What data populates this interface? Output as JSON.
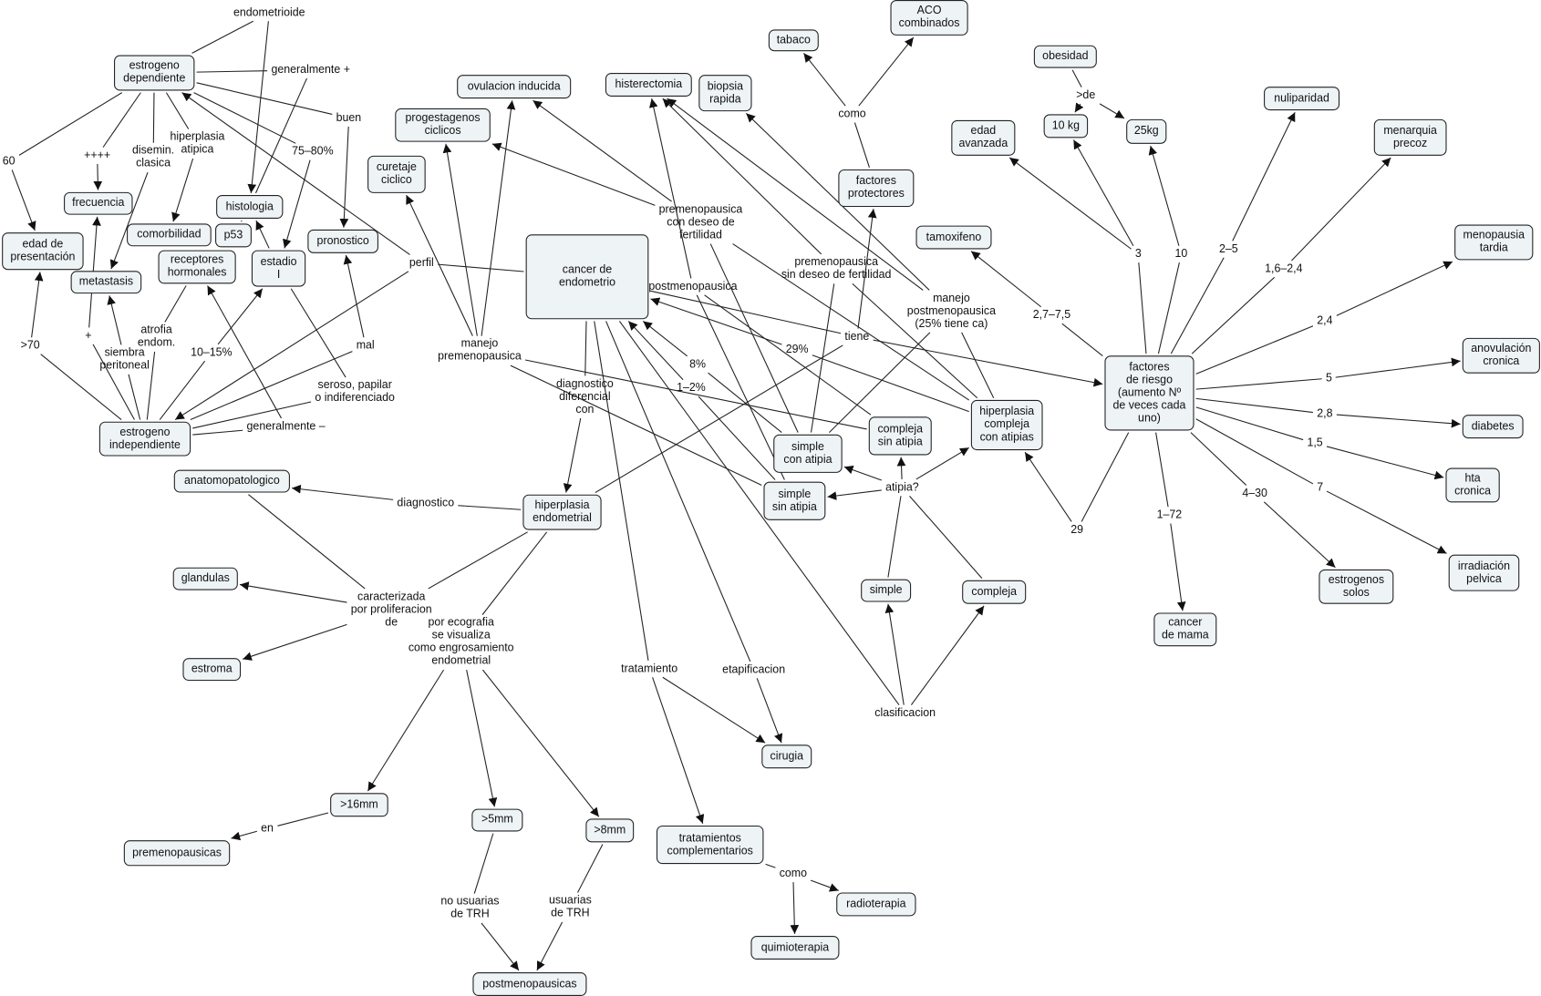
{
  "nodes": {
    "estrogeno_dep": "estrogeno\ndependiente",
    "frecuencia": "frecuencia",
    "edad_pres": "edad de\npresentación",
    "comorbilidad": "comorbilidad",
    "histologia": "histologia",
    "p53": "p53",
    "receptores": "receptores\nhormonales",
    "estadio": "estadio\nI",
    "pronostico": "pronostico",
    "metastasis": "metastasis",
    "estrogeno_ind": "estrogeno\nindependiente",
    "curetaje": "curetaje\nciclico",
    "progestagenos": "progestagenos\nciclicos",
    "ovulacion": "ovulacion inducida",
    "histerectomia": "histerectomia",
    "biopsia": "biopsia\nrapida",
    "tabaco": "tabaco",
    "aco": "ACO\ncombinados",
    "factores_prot": "factores\nprotectores",
    "edad_av": "edad\navanzada",
    "tamoxifeno": "tamoxifeno",
    "obesidad": "obesidad",
    "kg10": "10 kg",
    "kg25": "25kg",
    "nuliparidad": "nuliparidad",
    "menarquia": "menarquia\nprecoz",
    "menopausia": "menopausia\ntardia",
    "factores_riesgo": "factores\nde riesgo\n(aumento Nº\nde veces cada\nuno)",
    "anovulacion": "anovulación\ncronica",
    "diabetes": "diabetes",
    "hta": "hta\ncronica",
    "irradiacion": "irradiación\npelvica",
    "estrogenos_solos": "estrogenos\nsolos",
    "cancer_mama": "cancer\nde mama",
    "cancer_endo": "cancer de\nendometrio",
    "hiperplasia_cca": "hiperplasia\ncompleja\ncon atipias",
    "compleja_sa": "compleja\nsin atipia",
    "simple_ca": "simple\ncon atipia",
    "simple_sa": "simple\nsin atipia",
    "simple": "simple",
    "compleja": "compleja",
    "hiperplasia_end": "hiperplasia\nendometrial",
    "anatomo": "anatomopatologico",
    "glandulas": "glandulas",
    "estroma": "estroma",
    "mm16": ">16mm",
    "premenopausicas": "premenopausicas",
    "mm5": ">5mm",
    "mm8": ">8mm",
    "postmenopausicas": "postmenopausicas",
    "tratamientos": "tratamientos\ncomplementarios",
    "cirugia": "cirugia",
    "radioterapia": "radioterapia",
    "quimioterapia": "quimioterapia"
  },
  "labels": {
    "endometrioide": "endometrioide",
    "gen_pos": "generalmente +",
    "buen": "buen",
    "p7580": "75–80%",
    "hip_atipica": "hiperplasia\natipica",
    "disemin": "disemin.\nclasica",
    "plus4": "++++",
    "l60": "60",
    "perfil": "perfil",
    "gt70": ">70",
    "plus": "+",
    "siembra": "siembra\nperitoneal",
    "atrofia": "atrofia\nendom.",
    "p1015": "10–15%",
    "mal": "mal",
    "seroso": "seroso, papilar\no indiferenciado",
    "gen_neg": "generalmente –",
    "manejo_pre": "manejo\npremenopausica",
    "pre_cdf": "premenopausica\ncon deseo de\nfertilidad",
    "postmeno": "postmenopausica",
    "pre_sdf": "premenopausica\nsin deseo de fertilidad",
    "manejo_post": "manejo\npostmenopausica\n(25% tiene ca)",
    "tiene": "tiene",
    "p29": "29%",
    "p8": "8%",
    "p12": "1–2%",
    "diag_dif": "diagnostico\ndiferencial\ncon",
    "atipia": "atipia?",
    "clasificacion": "clasificacion",
    "como": "como",
    "gtde": ">de",
    "r3": "3",
    "r10": "10",
    "r25": "2–5",
    "r1624": "1,6–2,4",
    "r2775": "2,7–7,5",
    "r24": "2,4",
    "r5": "5",
    "r28": "2,8",
    "r15": "1,5",
    "r7": "7",
    "r430": "4–30",
    "r172": "1–72",
    "r29": "29",
    "diagnostico": "diagnostico",
    "caracterizada": "caracterizada\npor proliferacion\nde",
    "ecografia": "por ecografia\nse visualiza\ncomo engrosamiento\nendometrial",
    "tratamiento": "tratamiento",
    "etapificacion": "etapificacion",
    "en": "en",
    "no_usuarias": "no usuarias\nde TRH",
    "usuarias": "usuarias\nde TRH",
    "como2": "como"
  },
  "links": [
    [
      "estrogeno_dep",
      "endometrioide",
      0
    ],
    [
      "endometrioide",
      "histologia",
      1
    ],
    [
      "estrogeno_dep",
      "gen_pos",
      0
    ],
    [
      "gen_pos",
      "histologia",
      0
    ],
    [
      "estrogeno_dep",
      "buen",
      0
    ],
    [
      "buen",
      "pronostico",
      1
    ],
    [
      "estrogeno_dep",
      "p7580",
      0
    ],
    [
      "p7580",
      "estadio",
      1
    ],
    [
      "estrogeno_dep",
      "hip_atipica",
      0
    ],
    [
      "hip_atipica",
      "comorbilidad",
      1
    ],
    [
      "estrogeno_dep",
      "disemin",
      0
    ],
    [
      "disemin",
      "metastasis",
      1
    ],
    [
      "estrogeno_dep",
      "plus4",
      0
    ],
    [
      "plus4",
      "frecuencia",
      1
    ],
    [
      "estrogeno_dep",
      "l60",
      0
    ],
    [
      "l60",
      "edad_pres",
      1
    ],
    [
      "cancer_endo",
      "perfil",
      0
    ],
    [
      "perfil",
      "estrogeno_dep",
      1
    ],
    [
      "perfil",
      "estrogeno_ind",
      1
    ],
    [
      "estrogeno_ind",
      "gt70",
      0
    ],
    [
      "gt70",
      "edad_pres",
      1
    ],
    [
      "estrogeno_ind",
      "plus",
      0
    ],
    [
      "plus",
      "frecuencia",
      1
    ],
    [
      "estrogeno_ind",
      "siembra",
      0
    ],
    [
      "siembra",
      "metastasis",
      1
    ],
    [
      "estrogeno_ind",
      "atrofia",
      0
    ],
    [
      "atrofia",
      "receptores",
      0
    ],
    [
      "estrogeno_ind",
      "p1015",
      0
    ],
    [
      "p1015",
      "estadio",
      1
    ],
    [
      "estrogeno_ind",
      "mal",
      0
    ],
    [
      "mal",
      "pronostico",
      1
    ],
    [
      "estrogeno_ind",
      "seroso",
      0
    ],
    [
      "seroso",
      "estadio",
      0
    ],
    [
      "estrogeno_ind",
      "gen_neg",
      0
    ],
    [
      "gen_neg",
      "receptores",
      1
    ],
    [
      "estadio",
      "histologia",
      1
    ],
    [
      "histologia",
      "p53",
      0
    ],
    [
      "manejo_pre",
      "curetaje",
      1
    ],
    [
      "manejo_pre",
      "progestagenos",
      1
    ],
    [
      "manejo_pre",
      "ovulacion",
      1
    ],
    [
      "compleja_sa",
      "manejo_pre",
      0
    ],
    [
      "simple_sa",
      "manejo_pre",
      0
    ],
    [
      "pre_cdf",
      "ovulacion",
      1
    ],
    [
      "pre_cdf",
      "progestagenos",
      1
    ],
    [
      "simple_ca",
      "pre_cdf",
      0
    ],
    [
      "hiperplasia_cca",
      "pre_cdf",
      0
    ],
    [
      "postmeno",
      "histerectomia",
      1
    ],
    [
      "simple_sa",
      "postmeno",
      0
    ],
    [
      "compleja_sa",
      "postmeno",
      0
    ],
    [
      "pre_sdf",
      "histerectomia",
      1
    ],
    [
      "simple_ca",
      "pre_sdf",
      0
    ],
    [
      "hiperplasia_cca",
      "pre_sdf",
      0
    ],
    [
      "manejo_post",
      "histerectomia",
      1
    ],
    [
      "manejo_post",
      "biopsia",
      1
    ],
    [
      "simple_ca",
      "manejo_post",
      0
    ],
    [
      "hiperplasia_cca",
      "manejo_post",
      0
    ],
    [
      "cancer_endo",
      "tiene",
      0
    ],
    [
      "tiene",
      "factores_riesgo",
      1
    ],
    [
      "tiene",
      "factores_prot",
      1
    ],
    [
      "hiperplasia_end",
      "tiene",
      0
    ],
    [
      "hiperplasia_cca",
      "p29",
      0
    ],
    [
      "p29",
      "cancer_endo",
      1
    ],
    [
      "simple_ca",
      "p8",
      0
    ],
    [
      "p8",
      "cancer_endo",
      1
    ],
    [
      "simple_sa",
      "p12",
      0
    ],
    [
      "p12",
      "cancer_endo",
      1
    ],
    [
      "cancer_endo",
      "diag_dif",
      0
    ],
    [
      "diag_dif",
      "hiperplasia_end",
      1
    ],
    [
      "atipia",
      "simple_sa",
      1
    ],
    [
      "atipia",
      "simple_ca",
      1
    ],
    [
      "atipia",
      "compleja_sa",
      1
    ],
    [
      "atipia",
      "hiperplasia_cca",
      1
    ],
    [
      "simple",
      "atipia",
      0
    ],
    [
      "compleja",
      "atipia",
      0
    ],
    [
      "clasificacion",
      "simple",
      1
    ],
    [
      "clasificacion",
      "compleja",
      1
    ],
    [
      "cancer_endo",
      "clasificacion",
      0
    ],
    [
      "cancer_endo",
      "tratamiento",
      0
    ],
    [
      "tratamiento",
      "cirugia",
      1
    ],
    [
      "tratamiento",
      "tratamientos",
      1
    ],
    [
      "cancer_endo",
      "etapificacion",
      0
    ],
    [
      "etapificacion",
      "cirugia",
      1
    ],
    [
      "tratamientos",
      "como2",
      0
    ],
    [
      "como2",
      "radioterapia",
      1
    ],
    [
      "como2",
      "quimioterapia",
      1
    ],
    [
      "factores_prot",
      "como",
      0
    ],
    [
      "como",
      "tabaco",
      1
    ],
    [
      "como",
      "aco",
      1
    ],
    [
      "obesidad",
      "gtde",
      0
    ],
    [
      "gtde",
      "kg10",
      1
    ],
    [
      "gtde",
      "kg25",
      1
    ],
    [
      "factores_riesgo",
      "r3",
      0
    ],
    [
      "r3",
      "edad_av",
      1
    ],
    [
      "r3",
      "kg10",
      1
    ],
    [
      "factores_riesgo",
      "r10",
      0
    ],
    [
      "r10",
      "kg25",
      1
    ],
    [
      "factores_riesgo",
      "r25",
      0
    ],
    [
      "r25",
      "nuliparidad",
      1
    ],
    [
      "factores_riesgo",
      "r1624",
      0
    ],
    [
      "r1624",
      "menarquia",
      1
    ],
    [
      "factores_riesgo",
      "r2775",
      0
    ],
    [
      "r2775",
      "tamoxifeno",
      1
    ],
    [
      "factores_riesgo",
      "r24",
      0
    ],
    [
      "r24",
      "menopausia",
      1
    ],
    [
      "factores_riesgo",
      "r5",
      0
    ],
    [
      "r5",
      "anovulacion",
      1
    ],
    [
      "factores_riesgo",
      "r28",
      0
    ],
    [
      "r28",
      "diabetes",
      1
    ],
    [
      "factores_riesgo",
      "r15",
      0
    ],
    [
      "r15",
      "hta",
      1
    ],
    [
      "factores_riesgo",
      "r7",
      0
    ],
    [
      "r7",
      "irradiacion",
      1
    ],
    [
      "factores_riesgo",
      "r430",
      0
    ],
    [
      "r430",
      "estrogenos_solos",
      1
    ],
    [
      "factores_riesgo",
      "r172",
      0
    ],
    [
      "r172",
      "cancer_mama",
      1
    ],
    [
      "factores_riesgo",
      "r29",
      0
    ],
    [
      "r29",
      "hiperplasia_cca",
      1
    ],
    [
      "hiperplasia_end",
      "diagnostico",
      0
    ],
    [
      "diagnostico",
      "anatomo",
      1
    ],
    [
      "hiperplasia_end",
      "caracterizada",
      0
    ],
    [
      "caracterizada",
      "glandulas",
      1
    ],
    [
      "caracterizada",
      "estroma",
      1
    ],
    [
      "anatomo",
      "caracterizada",
      0
    ],
    [
      "hiperplasia_end",
      "ecografia",
      0
    ],
    [
      "ecografia",
      "mm16",
      1
    ],
    [
      "ecografia",
      "mm5",
      1
    ],
    [
      "ecografia",
      "mm8",
      1
    ],
    [
      "mm16",
      "en",
      0
    ],
    [
      "en",
      "premenopausicas",
      1
    ],
    [
      "mm5",
      "no_usuarias",
      0
    ],
    [
      "no_usuarias",
      "postmenopausicas",
      1
    ],
    [
      "mm8",
      "usuarias",
      0
    ],
    [
      "usuarias",
      "postmenopausicas",
      1
    ]
  ],
  "colors": {
    "node_fill": "#eef3f6",
    "stroke": "#222222"
  }
}
